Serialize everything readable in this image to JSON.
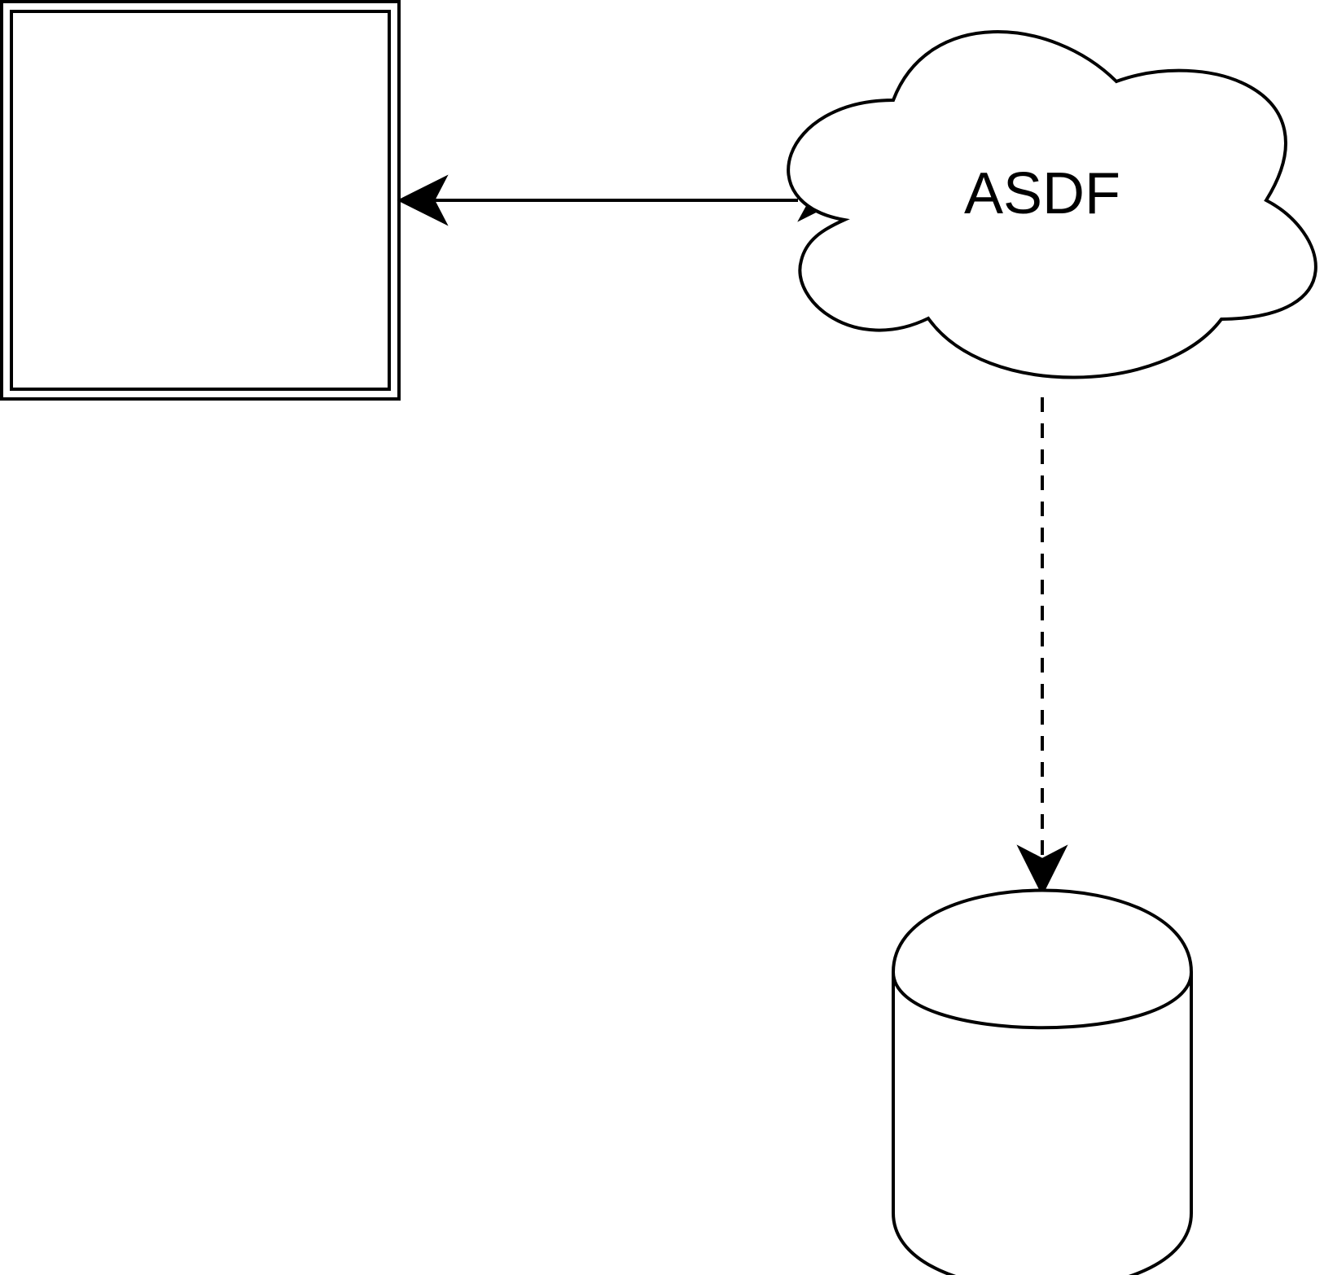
{
  "diagram": {
    "nodes": [
      {
        "id": "box",
        "shape": "double-rectangle",
        "label": ""
      },
      {
        "id": "cloud",
        "shape": "cloud",
        "label": "ASDF"
      },
      {
        "id": "database",
        "shape": "cylinder",
        "label": ""
      }
    ],
    "edges": [
      {
        "from": "cloud",
        "to": "box",
        "style": "solid",
        "arrows": "both"
      },
      {
        "from": "cloud",
        "to": "database",
        "style": "dashed",
        "arrows": "end"
      }
    ],
    "colors": {
      "stroke": "#000000",
      "fill": "#ffffff",
      "text": "#000000"
    }
  }
}
